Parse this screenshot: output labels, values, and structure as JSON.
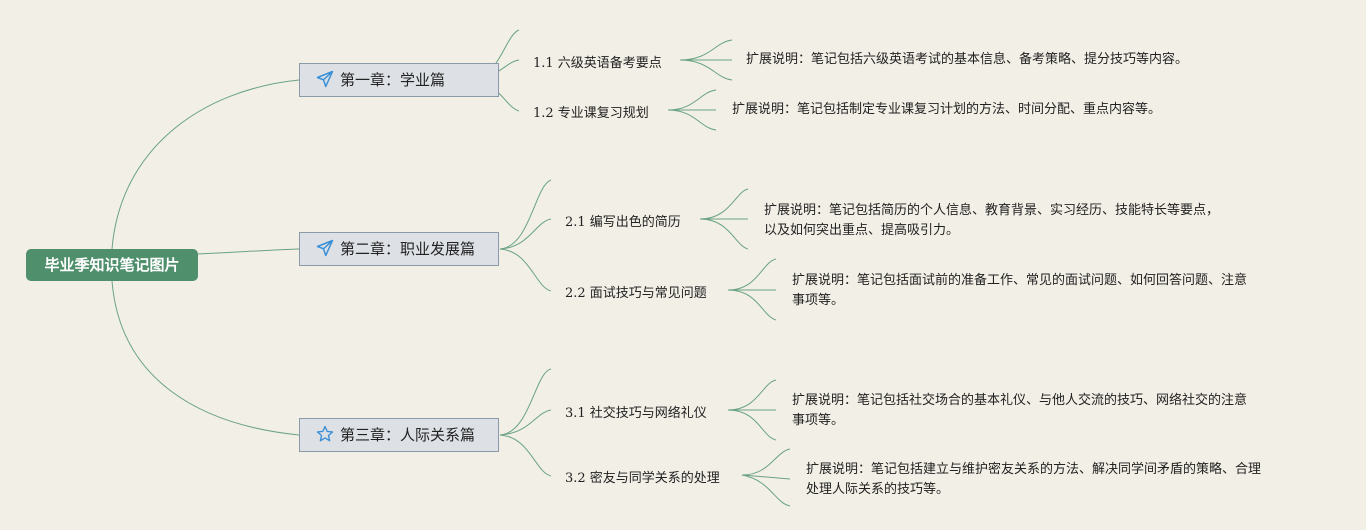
{
  "root": {
    "title": "毕业季知识笔记图片"
  },
  "chapters": [
    {
      "title": "第一章：学业篇",
      "icon": "paper-plane-icon",
      "sections": [
        {
          "title": "1.1 六级英语备考要点",
          "note": "扩展说明：笔记包括六级英语考试的基本信息、备考策略、提分技巧等内容。"
        },
        {
          "title": "1.2 专业课复习规划",
          "note": "扩展说明：笔记包括制定专业课复习计划的方法、时间分配、重点内容等。"
        }
      ]
    },
    {
      "title": "第二章：职业发展篇",
      "icon": "paper-plane-icon",
      "sections": [
        {
          "title": "2.1 编写出色的简历",
          "note_lines": [
            "扩展说明：笔记包括简历的个人信息、教育背景、实习经历、技能特长等要点，",
            "以及如何突出重点、提高吸引力。"
          ]
        },
        {
          "title": "2.2 面试技巧与常见问题",
          "note_lines": [
            "扩展说明：笔记包括面试前的准备工作、常见的面试问题、如何回答问题、注意",
            "事项等。"
          ]
        }
      ]
    },
    {
      "title": "第三章：人际关系篇",
      "icon": "star-icon",
      "sections": [
        {
          "title": "3.1 社交技巧与网络礼仪",
          "note_lines": [
            "扩展说明：笔记包括社交场合的基本礼仪、与他人交流的技巧、网络社交的注意",
            "事项等。"
          ]
        },
        {
          "title": "3.2 密友与同学关系的处理",
          "note_lines": [
            "扩展说明：笔记包括建立与维护密友关系的方法、解决同学间矛盾的策略、合理",
            "处理人际关系的技巧等。"
          ]
        }
      ]
    }
  ],
  "colors": {
    "root": "#4f8f6c",
    "link": "#5e9a78",
    "background": "#f2efe6",
    "icon": "#3a8fd6"
  }
}
